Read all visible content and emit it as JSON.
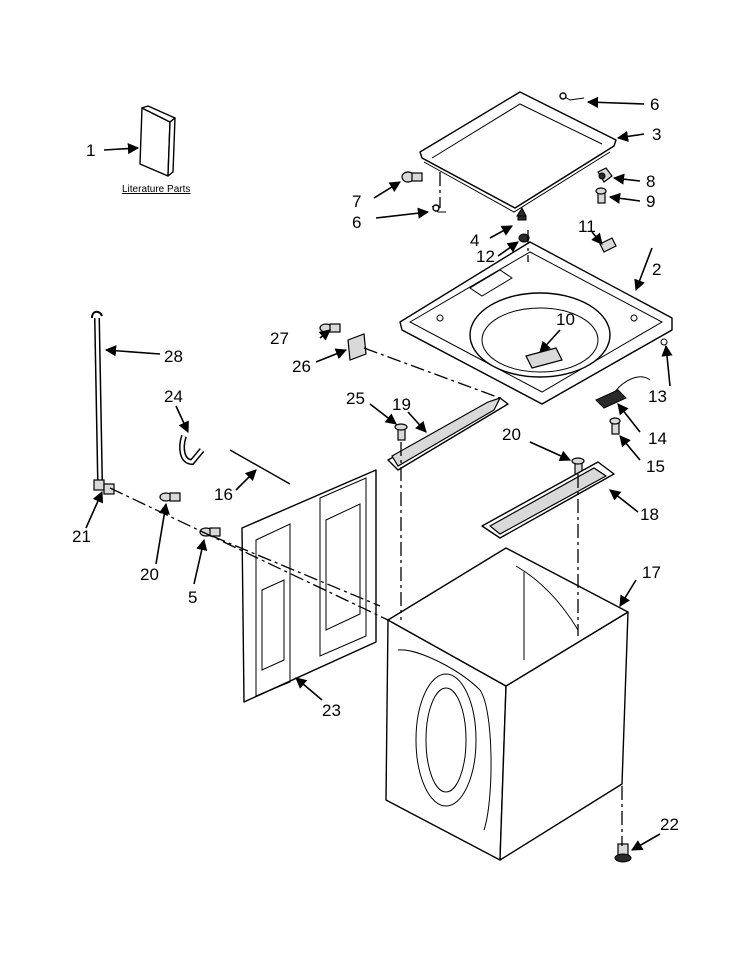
{
  "literature_label": "Literature Parts",
  "callouts": [
    {
      "id": "c1",
      "text": "1"
    },
    {
      "id": "c2",
      "text": "2"
    },
    {
      "id": "c3",
      "text": "3"
    },
    {
      "id": "c4",
      "text": "4"
    },
    {
      "id": "c5",
      "text": "5"
    },
    {
      "id": "c6a",
      "text": "6"
    },
    {
      "id": "c6b",
      "text": "6"
    },
    {
      "id": "c7",
      "text": "7"
    },
    {
      "id": "c8",
      "text": "8"
    },
    {
      "id": "c9",
      "text": "9"
    },
    {
      "id": "c10",
      "text": "10"
    },
    {
      "id": "c11",
      "text": "11"
    },
    {
      "id": "c12",
      "text": "12"
    },
    {
      "id": "c13",
      "text": "13"
    },
    {
      "id": "c14",
      "text": "14"
    },
    {
      "id": "c15",
      "text": "15"
    },
    {
      "id": "c16",
      "text": "16"
    },
    {
      "id": "c17",
      "text": "17"
    },
    {
      "id": "c18",
      "text": "18"
    },
    {
      "id": "c19",
      "text": "19"
    },
    {
      "id": "c20a",
      "text": "20"
    },
    {
      "id": "c20b",
      "text": "20"
    },
    {
      "id": "c21",
      "text": "21"
    },
    {
      "id": "c22",
      "text": "22"
    },
    {
      "id": "c23",
      "text": "23"
    },
    {
      "id": "c24",
      "text": "24"
    },
    {
      "id": "c25",
      "text": "25"
    },
    {
      "id": "c26",
      "text": "26"
    },
    {
      "id": "c27",
      "text": "27"
    },
    {
      "id": "c28",
      "text": "28"
    }
  ]
}
